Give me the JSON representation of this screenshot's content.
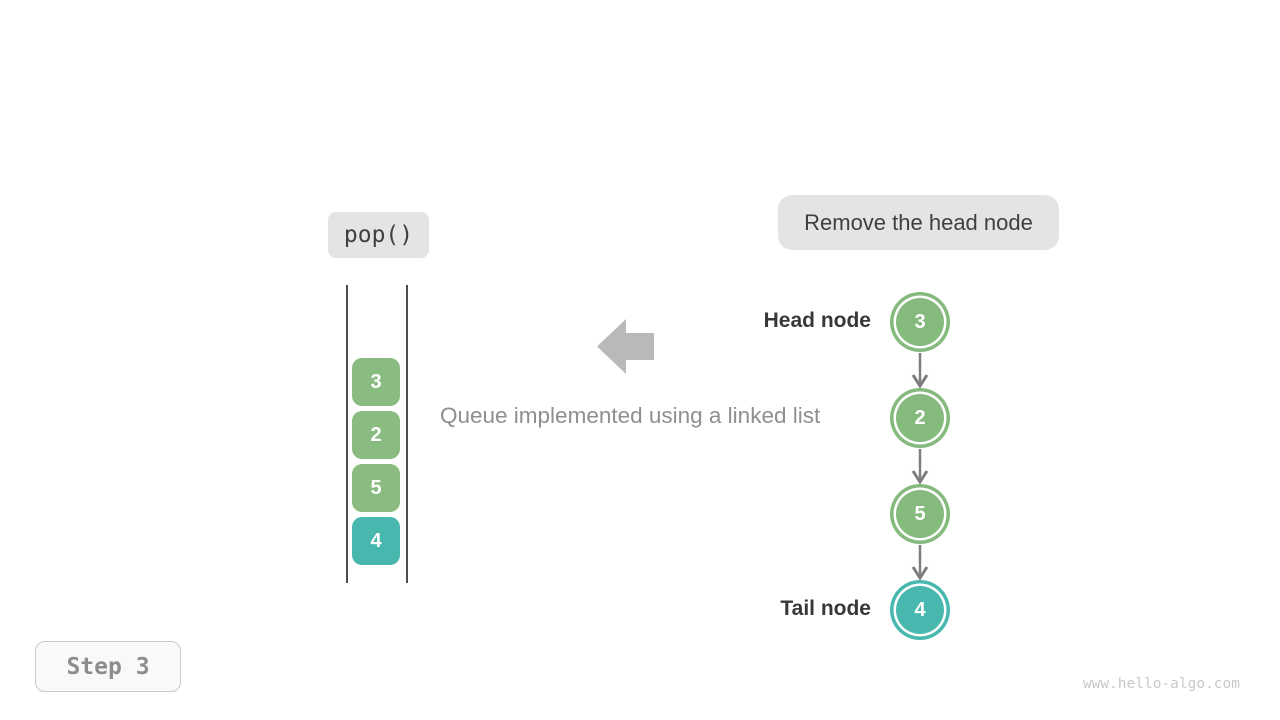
{
  "operation_label": {
    "text": "pop()"
  },
  "annotation_label": {
    "text": "Remove the head node"
  },
  "caption": {
    "text": "Queue implemented using a linked list"
  },
  "step_badge": {
    "text": "Step 3"
  },
  "watermark": {
    "text": "www.hello-algo.com"
  },
  "queue": {
    "items": [
      {
        "value": "3",
        "color": "#8abb80"
      },
      {
        "value": "2",
        "color": "#8abb80"
      },
      {
        "value": "5",
        "color": "#8abb80"
      },
      {
        "value": "4",
        "color": "#48b8ae"
      }
    ]
  },
  "linked_list": {
    "head_label": "Head node",
    "tail_label": "Tail node",
    "nodes": [
      {
        "value": "3",
        "color": "#85ba7d"
      },
      {
        "value": "2",
        "color": "#85ba7d"
      },
      {
        "value": "5",
        "color": "#85ba7d"
      },
      {
        "value": "4",
        "color": "#48b8ae"
      }
    ]
  },
  "colors": {
    "page_bg": "#ffffff",
    "label_bg": "#e4e4e4",
    "label_text": "#3f3f3f",
    "heading_text": "#383838",
    "rail_color": "#4d4d4d",
    "arrow_gray": "#b9b9b9",
    "link_arrow": "#7e7e7e",
    "caption_text": "#8f8f8f",
    "node_text": "#ffffff",
    "step_bg": "#f9f9f9",
    "step_border": "#c9c9c9",
    "step_text": "#8d8d8d",
    "watermark_text": "#c9c9c9"
  }
}
